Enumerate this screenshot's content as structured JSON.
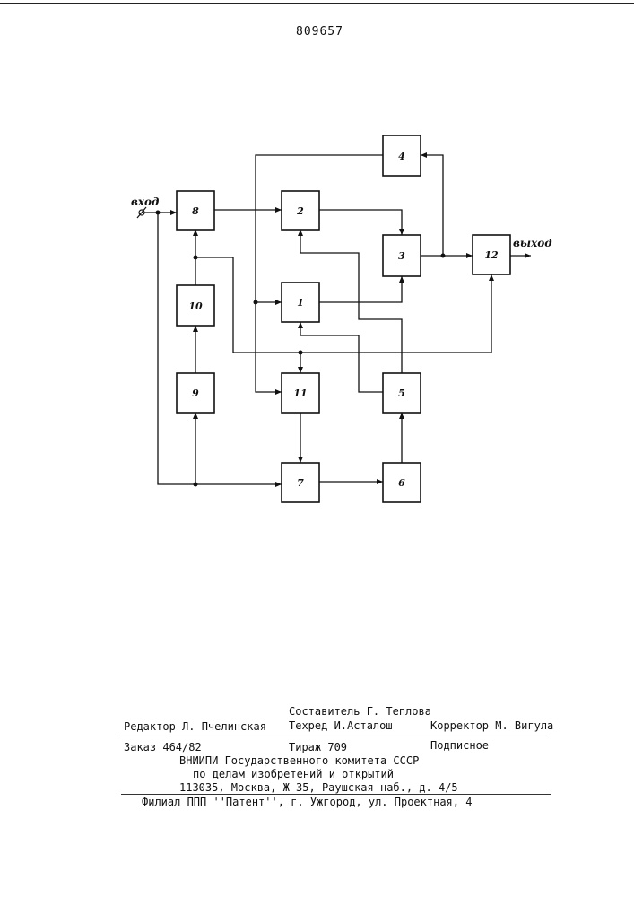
{
  "header": {
    "patent_number": "809657"
  },
  "diagram": {
    "input_label": "вход",
    "output_label": "выход",
    "blocks": [
      "1",
      "2",
      "3",
      "4",
      "5",
      "6",
      "7",
      "8",
      "9",
      "10",
      "11",
      "12"
    ]
  },
  "imprint": {
    "compiler": "Составитель Г. Теплова",
    "editor": "Редактор Л. Пчелинская",
    "techred": "Техред И.Асталош",
    "corrector": "Корректор М. Вигула",
    "order": "Заказ 464/82",
    "circulation": "Тираж 709",
    "subscription": "Подписное",
    "org_line1": "ВНИИПИ Государственного комитета СССР",
    "org_line2": "по делам изобретений и открытий",
    "address": "113035, Москва, Ж-35, Раушская наб., д. 4/5",
    "branch": "Филиал ППП ''Патент'', г. Ужгород, ул. Проектная, 4"
  }
}
